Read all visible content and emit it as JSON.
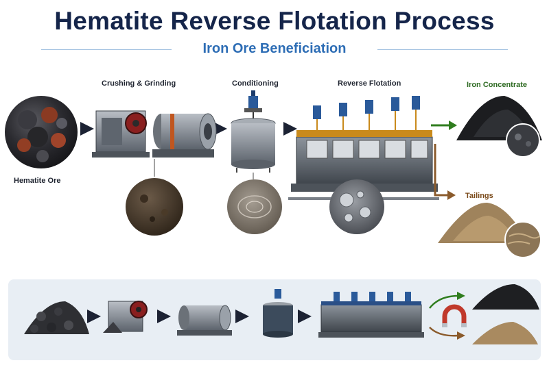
{
  "title": "Hematite Reverse Flotation Process",
  "subtitle": "Iron Ore Beneficiation",
  "stages": {
    "ore": "Hematite Ore",
    "crushing": "Crushing & Grinding",
    "conditioning": "Conditioning",
    "flotation": "Reverse Flotation",
    "concentrate": "Iron Concentrate",
    "tailings": "Tailings"
  },
  "colors": {
    "title": "#15254a",
    "subtitle": "#2d6db5",
    "concentrate_arrow": "#2f7d1e",
    "tailings_arrow": "#8a5a2b",
    "magnet": "#c0392b"
  },
  "icons": [
    "jaw-crusher-icon",
    "ball-mill-icon",
    "conditioning-tank-icon",
    "flotation-cells-icon",
    "magnet-icon"
  ]
}
